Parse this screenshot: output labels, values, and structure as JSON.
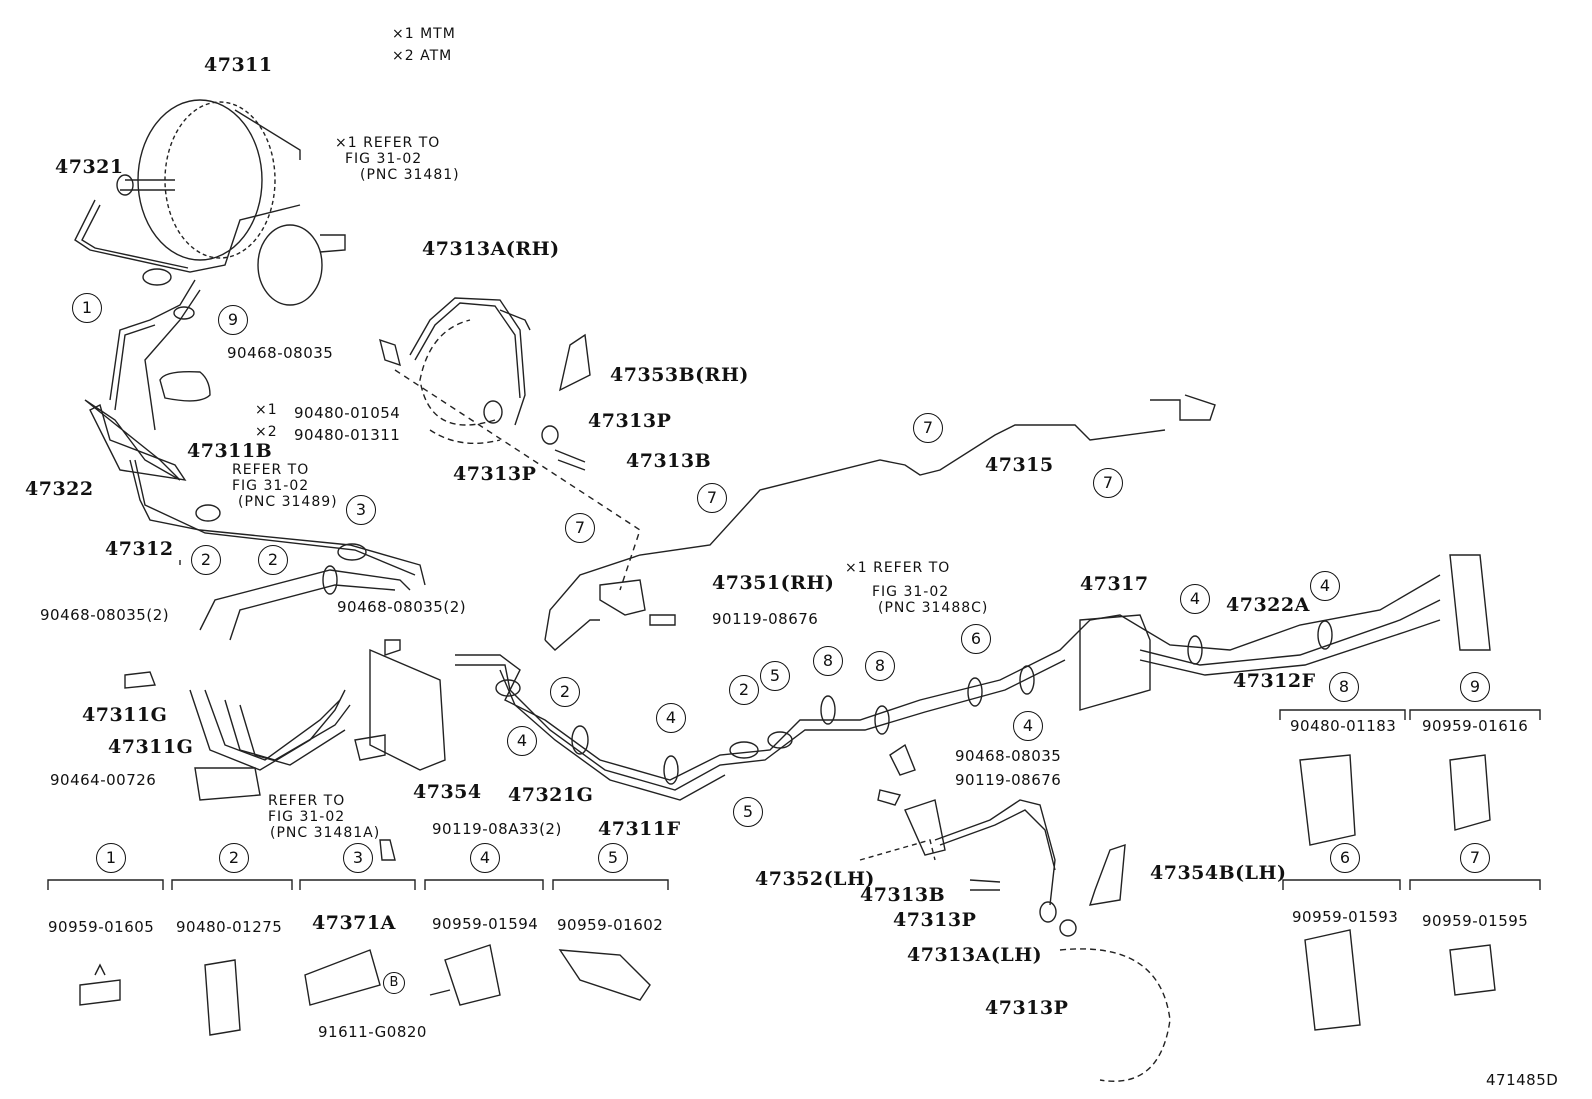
{
  "notes": {
    "legend_mtm": "×1 MTM",
    "legend_atm": "×2 ATM",
    "ref_31481": [
      "×1 REFER TO",
      "FIG 31-02",
      "(PNC 31481)"
    ],
    "ref_31489": [
      "REFER TO",
      "FIG 31-02",
      "(PNC 31489)"
    ],
    "ref_31488c": [
      "×1 REFER TO",
      "FIG 31-02",
      "(PNC 31488C)"
    ],
    "ref_31481a": [
      "REFER TO",
      "FIG 31-02",
      "(PNC 31481A)"
    ],
    "x1": "×1",
    "x2": "×2",
    "fig_id": "471485D",
    "b_mark": "B"
  },
  "parts": {
    "p47311": "47311",
    "p47321": "47321",
    "p47311B": "47311B",
    "p47322": "47322",
    "p47312": "47312",
    "p90480_01054": "90480-01054",
    "p90480_01311": "90480-01311",
    "p47313A_RH": "47313A(RH)",
    "p90468_08035": "90468-08035",
    "p47353B_RH": "47353B(RH)",
    "p47313P_a": "47313P",
    "p47313B_a": "47313B",
    "p47313P_b": "47313P",
    "p47315": "47315",
    "p47351_RH": "47351(RH)",
    "p90119_08676_a": "90119-08676",
    "p47317": "47317",
    "p47322A": "47322A",
    "p47312F": "47312F",
    "p90468_08035_2a": "90468-08035(2)",
    "p90468_08035_2b": "90468-08035(2)",
    "p47311G_a": "47311G",
    "p47311G_b": "47311G",
    "p90464_00726": "90464-00726",
    "p47354": "47354",
    "p90119_08A33": "90119-08A33(2)",
    "p47321G": "47321G",
    "p47311F": "47311F",
    "p90468_08035_b": "90468-08035",
    "p90119_08676_b": "90119-08676",
    "p47352_LH": "47352(LH)",
    "p47313B_b": "47313B",
    "p47313P_c": "47313P",
    "p47313A_LH": "47313A(LH)",
    "p47313P_d": "47313P",
    "p47354B_LH": "47354B(LH)",
    "p90480_01183": "90480-01183",
    "p90959_01616": "90959-01616",
    "p90959_01605": "90959-01605",
    "p90480_01275": "90480-01275",
    "p47371A": "47371A",
    "p90959_01594": "90959-01594",
    "p90959_01602": "90959-01602",
    "p91611_G0820": "91611-G0820",
    "p90959_01593": "90959-01593",
    "p90959_01595": "90959-01595"
  },
  "callouts": {
    "c1": "1",
    "c2": "2",
    "c3": "3",
    "c4": "4",
    "c5": "5",
    "c6": "6",
    "c7": "7",
    "c8": "8",
    "c9": "9"
  }
}
